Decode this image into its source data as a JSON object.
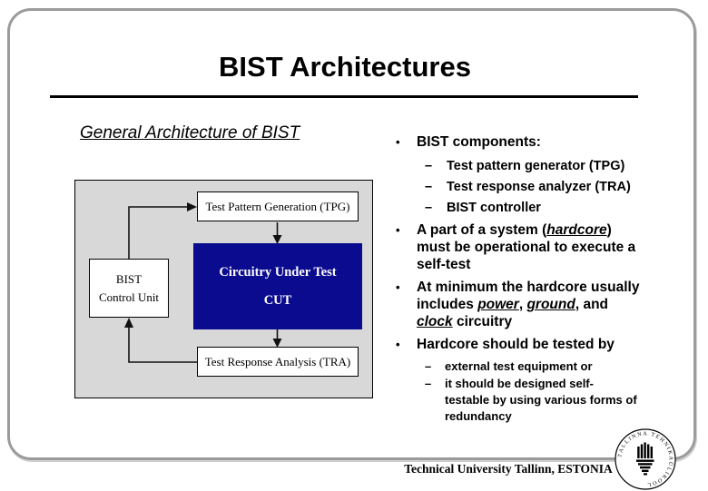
{
  "slide": {
    "title": "BIST Architectures",
    "subtitle": "General Architecture of BIST",
    "footer": "Technical University Tallinn, ESTONIA"
  },
  "diagram": {
    "tpg_label": "Test Pattern Generation (TPG)",
    "cut_title": "Circuitry Under Test",
    "cut_abbr": "CUT",
    "tra_label": "Test Response Analysis (TRA)",
    "control_unit_line1": "BIST",
    "control_unit_line2": "Control Unit",
    "colors": {
      "cut_bg": "#0b0b8f",
      "panel_bg": "#d8d8d8",
      "frame_border": "#9b9b9b"
    }
  },
  "markers": {
    "bullet": "•",
    "dash": "–"
  },
  "bullets": [
    {
      "level": 1,
      "runs": [
        {
          "t": "BIST components:"
        }
      ]
    },
    {
      "level": 2,
      "runs": [
        {
          "t": "Test pattern generator (TPG)"
        }
      ]
    },
    {
      "level": 2,
      "runs": [
        {
          "t": "Test response analyzer (TRA)"
        }
      ]
    },
    {
      "level": 2,
      "runs": [
        {
          "t": "BIST controller"
        }
      ]
    },
    {
      "level": 1,
      "runs": [
        {
          "t": "A part of a system ("
        },
        {
          "t": "hardcore",
          "style": "iu"
        },
        {
          "t": ")"
        },
        {
          "br": true
        },
        {
          "t": "must be operational to execute a"
        },
        {
          "br": true
        },
        {
          "t": "self-test"
        }
      ]
    },
    {
      "level": 1,
      "runs": [
        {
          "t": "At minimum the hardcore usually"
        },
        {
          "br": true
        },
        {
          "t": "includes "
        },
        {
          "t": "power",
          "style": "iu"
        },
        {
          "t": ", "
        },
        {
          "t": "ground",
          "style": "iu"
        },
        {
          "t": ", and"
        },
        {
          "br": true
        },
        {
          "t": "clock",
          "style": "iu"
        },
        {
          "t": " circuitry"
        }
      ]
    },
    {
      "level": 1,
      "runs": [
        {
          "t": "Hardcore should be tested by"
        }
      ]
    },
    {
      "level": 3,
      "runs": [
        {
          "t": "external test equipment or"
        }
      ]
    },
    {
      "level": 3,
      "runs": [
        {
          "t": "it should be designed self-"
        },
        {
          "br": true
        },
        {
          "t": "testable by using various forms of"
        },
        {
          "br": true
        },
        {
          "t": "redundancy"
        }
      ]
    }
  ],
  "logo": {
    "arc_text": "TALLINNA TEHNIKAÜLIKOOL"
  }
}
